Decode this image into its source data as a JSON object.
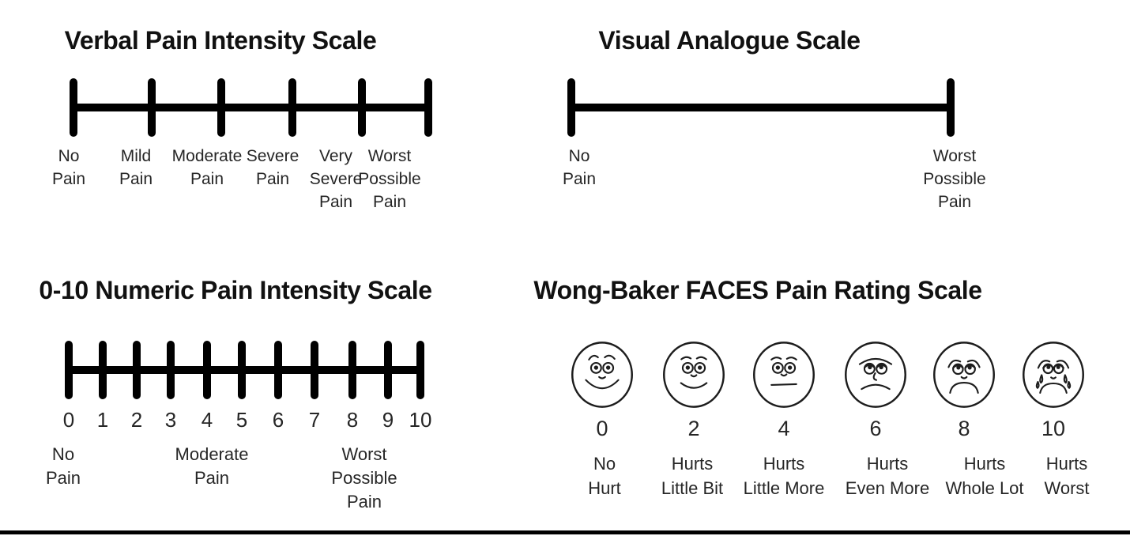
{
  "verbal": {
    "title": "Verbal Pain Intensity Scale",
    "labels": [
      "No\nPain",
      "Mild\nPain",
      "Moderate\nPain",
      "Severe\nPain",
      "Very\nSevere\nPain",
      "Worst\nPossible\nPain"
    ]
  },
  "vas": {
    "title": "Visual Analogue Scale",
    "labels": [
      "No\nPain",
      "Worst\nPossible\nPain"
    ]
  },
  "numeric": {
    "title": "0-10 Numeric Pain Intensity Scale",
    "tick_values": [
      "0",
      "1",
      "2",
      "3",
      "4",
      "5",
      "6",
      "7",
      "8",
      "9",
      "10"
    ],
    "anchor_labels": [
      "No\nPain",
      "Moderate\nPain",
      "Worst\nPossible\nPain"
    ]
  },
  "wong": {
    "title": "Wong-Baker FACES Pain Rating Scale",
    "faces": [
      {
        "value": "0",
        "label": "No\nHurt",
        "expression": "no-hurt"
      },
      {
        "value": "2",
        "label": "Hurts\nLittle Bit",
        "expression": "hurts-little-bit"
      },
      {
        "value": "4",
        "label": "Hurts\nLittle More",
        "expression": "hurts-little-more"
      },
      {
        "value": "6",
        "label": "Hurts\nEven More",
        "expression": "hurts-even-more"
      },
      {
        "value": "8",
        "label": "Hurts\nWhole Lot",
        "expression": "hurts-whole-lot"
      },
      {
        "value": "10",
        "label": "Hurts\nWorst",
        "expression": "hurts-worst"
      }
    ]
  },
  "colors": {
    "line": "#000000",
    "text": "#262626",
    "title": "#111111"
  }
}
